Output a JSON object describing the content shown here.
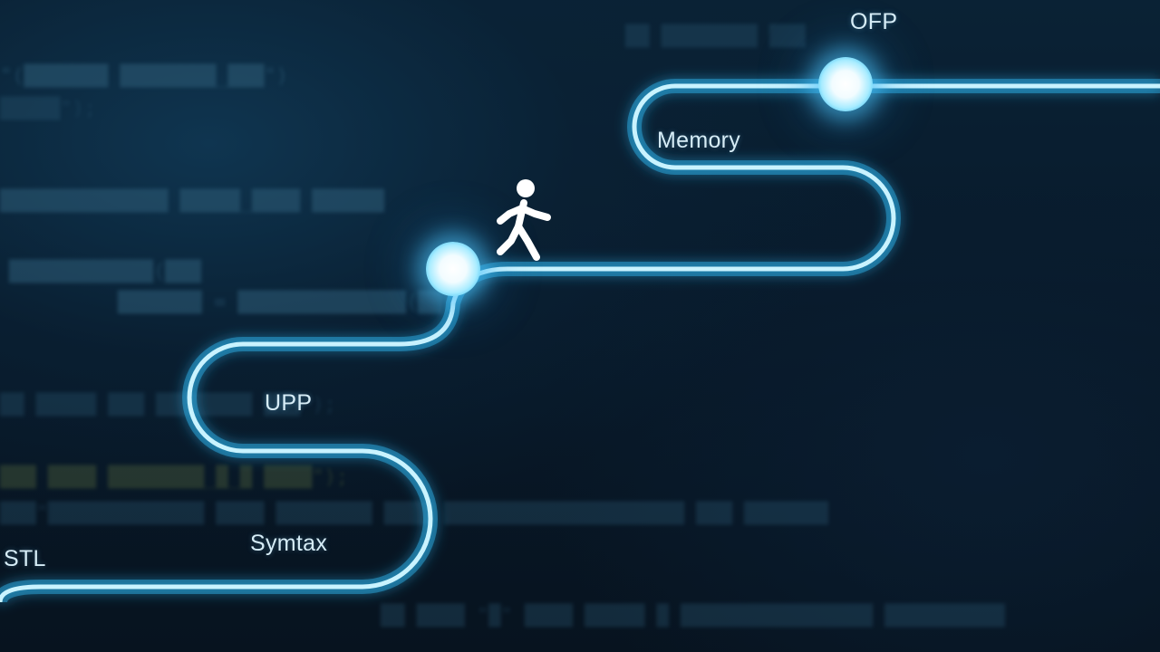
{
  "labels": {
    "stl": "STL",
    "syntax": "Symtax",
    "oop": "UPP",
    "memory": "Memory",
    "ofp": "OFP"
  },
  "colors": {
    "path_glow": "#5fd2ff",
    "path_core": "#c9f3ff",
    "node_core": "#ffffff",
    "background": "#07111e",
    "label_text": "#d6ecf6"
  },
  "icons": {
    "walker": "walking-person-icon",
    "node": "glowing-node"
  }
}
